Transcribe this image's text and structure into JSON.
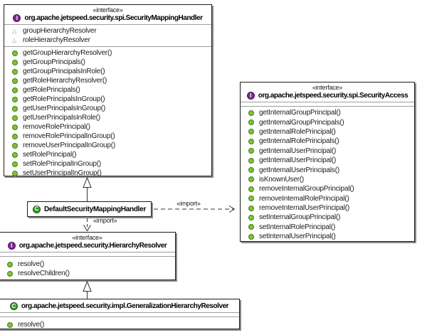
{
  "colors": {
    "interface_icon": "#7b2b92",
    "class_icon": "#2e9b2e",
    "method_icon": "#84c12f",
    "method_icon_border": "#3f7d23",
    "attribute_icon": "#8d9aa8",
    "box_border": "#1c1c1c",
    "compartment_separator": "#9e9e9e"
  },
  "classes": {
    "security_mapping_handler": {
      "stereotype": "«interface»",
      "kind": "interface",
      "icon_letter": "I",
      "name": "org.apache.jetspeed.security.spi.SecurityMappingHandler",
      "attributes": [
        "groupHierarchyResolver",
        "roleHierarchyResolver"
      ],
      "methods": [
        "getGroupHierarchyResolver()",
        "getGroupPrincipals()",
        "getGroupPrincipalsInRole()",
        "getRoleHierarchyResolver()",
        "getRolePrincipals()",
        "getRolePrincipalsInGroup()",
        "getUserPrincipalsInGroup()",
        "getUserPrincipalsInRole()",
        "removeRolePrincipal()",
        "removeRolePrincipalInGroup()",
        "removeUserPrincipalInGroup()",
        "setRolePrincipal()",
        "setRolePrincipalInGroup()",
        "setUserPrincipalInGroup()"
      ]
    },
    "security_access": {
      "stereotype": "«interface»",
      "kind": "interface",
      "icon_letter": "I",
      "name": "org.apache.jetspeed.security.spi.SecurityAccess",
      "attributes": [],
      "methods": [
        "getInternalGroupPrincipal()",
        "getInternalGroupPrincipals()",
        "getInternalRolePrincipal()",
        "getInternalRolePrincipals()",
        "getInternalUserPrincipal()",
        "getInternalUserPrincipal()",
        "getInternalUserPrincipals()",
        "isKnownUser()",
        "removeInternalGroupPrincipal()",
        "removeInternalRolePrincipal()",
        "removeInternalUserPrincipal()",
        "setInternalGroupPrincipal()",
        "setInternalRolePrincipal()",
        "setInternalUserPrincipal()"
      ]
    },
    "default_security_mapping_handler": {
      "kind": "class",
      "icon_letter": "C",
      "name": "DefaultSecurityMappingHandler"
    },
    "hierarchy_resolver": {
      "stereotype": "«interface»",
      "kind": "interface",
      "icon_letter": "I",
      "name": "org.apache.jetspeed.security.HierarchyResolver",
      "attributes": [],
      "methods": [
        "resolve()",
        "resolveChildren()"
      ]
    },
    "generalization_hierarchy_resolver": {
      "kind": "class",
      "icon_letter": "C",
      "name": "org.apache.jetspeed.security.impl.GeneralizationHierarchyResolver",
      "attributes": [],
      "methods": [
        "resolve()"
      ]
    }
  },
  "relationships": [
    {
      "from": "DefaultSecurityMappingHandler",
      "to": "org.apache.jetspeed.security.spi.SecurityMappingHandler",
      "type": "realization",
      "label": ""
    },
    {
      "from": "DefaultSecurityMappingHandler",
      "to": "org.apache.jetspeed.security.spi.SecurityAccess",
      "type": "dependency",
      "label": "«import»"
    },
    {
      "from": "DefaultSecurityMappingHandler",
      "to": "org.apache.jetspeed.security.HierarchyResolver",
      "type": "dependency",
      "label": "«import»"
    },
    {
      "from": "org.apache.jetspeed.security.impl.GeneralizationHierarchyResolver",
      "to": "org.apache.jetspeed.security.HierarchyResolver",
      "type": "realization",
      "label": ""
    }
  ]
}
